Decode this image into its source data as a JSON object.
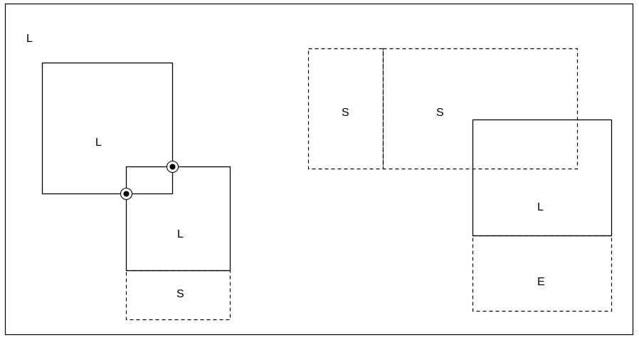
{
  "labels": {
    "corner": "L",
    "left_big": "L",
    "left_small": "L",
    "left_strip": "S",
    "top_a": "S",
    "top_b": "S",
    "right_box": "L",
    "right_bottom": "E"
  },
  "colors": {
    "stroke": "#000000",
    "background": "#ffffff"
  }
}
